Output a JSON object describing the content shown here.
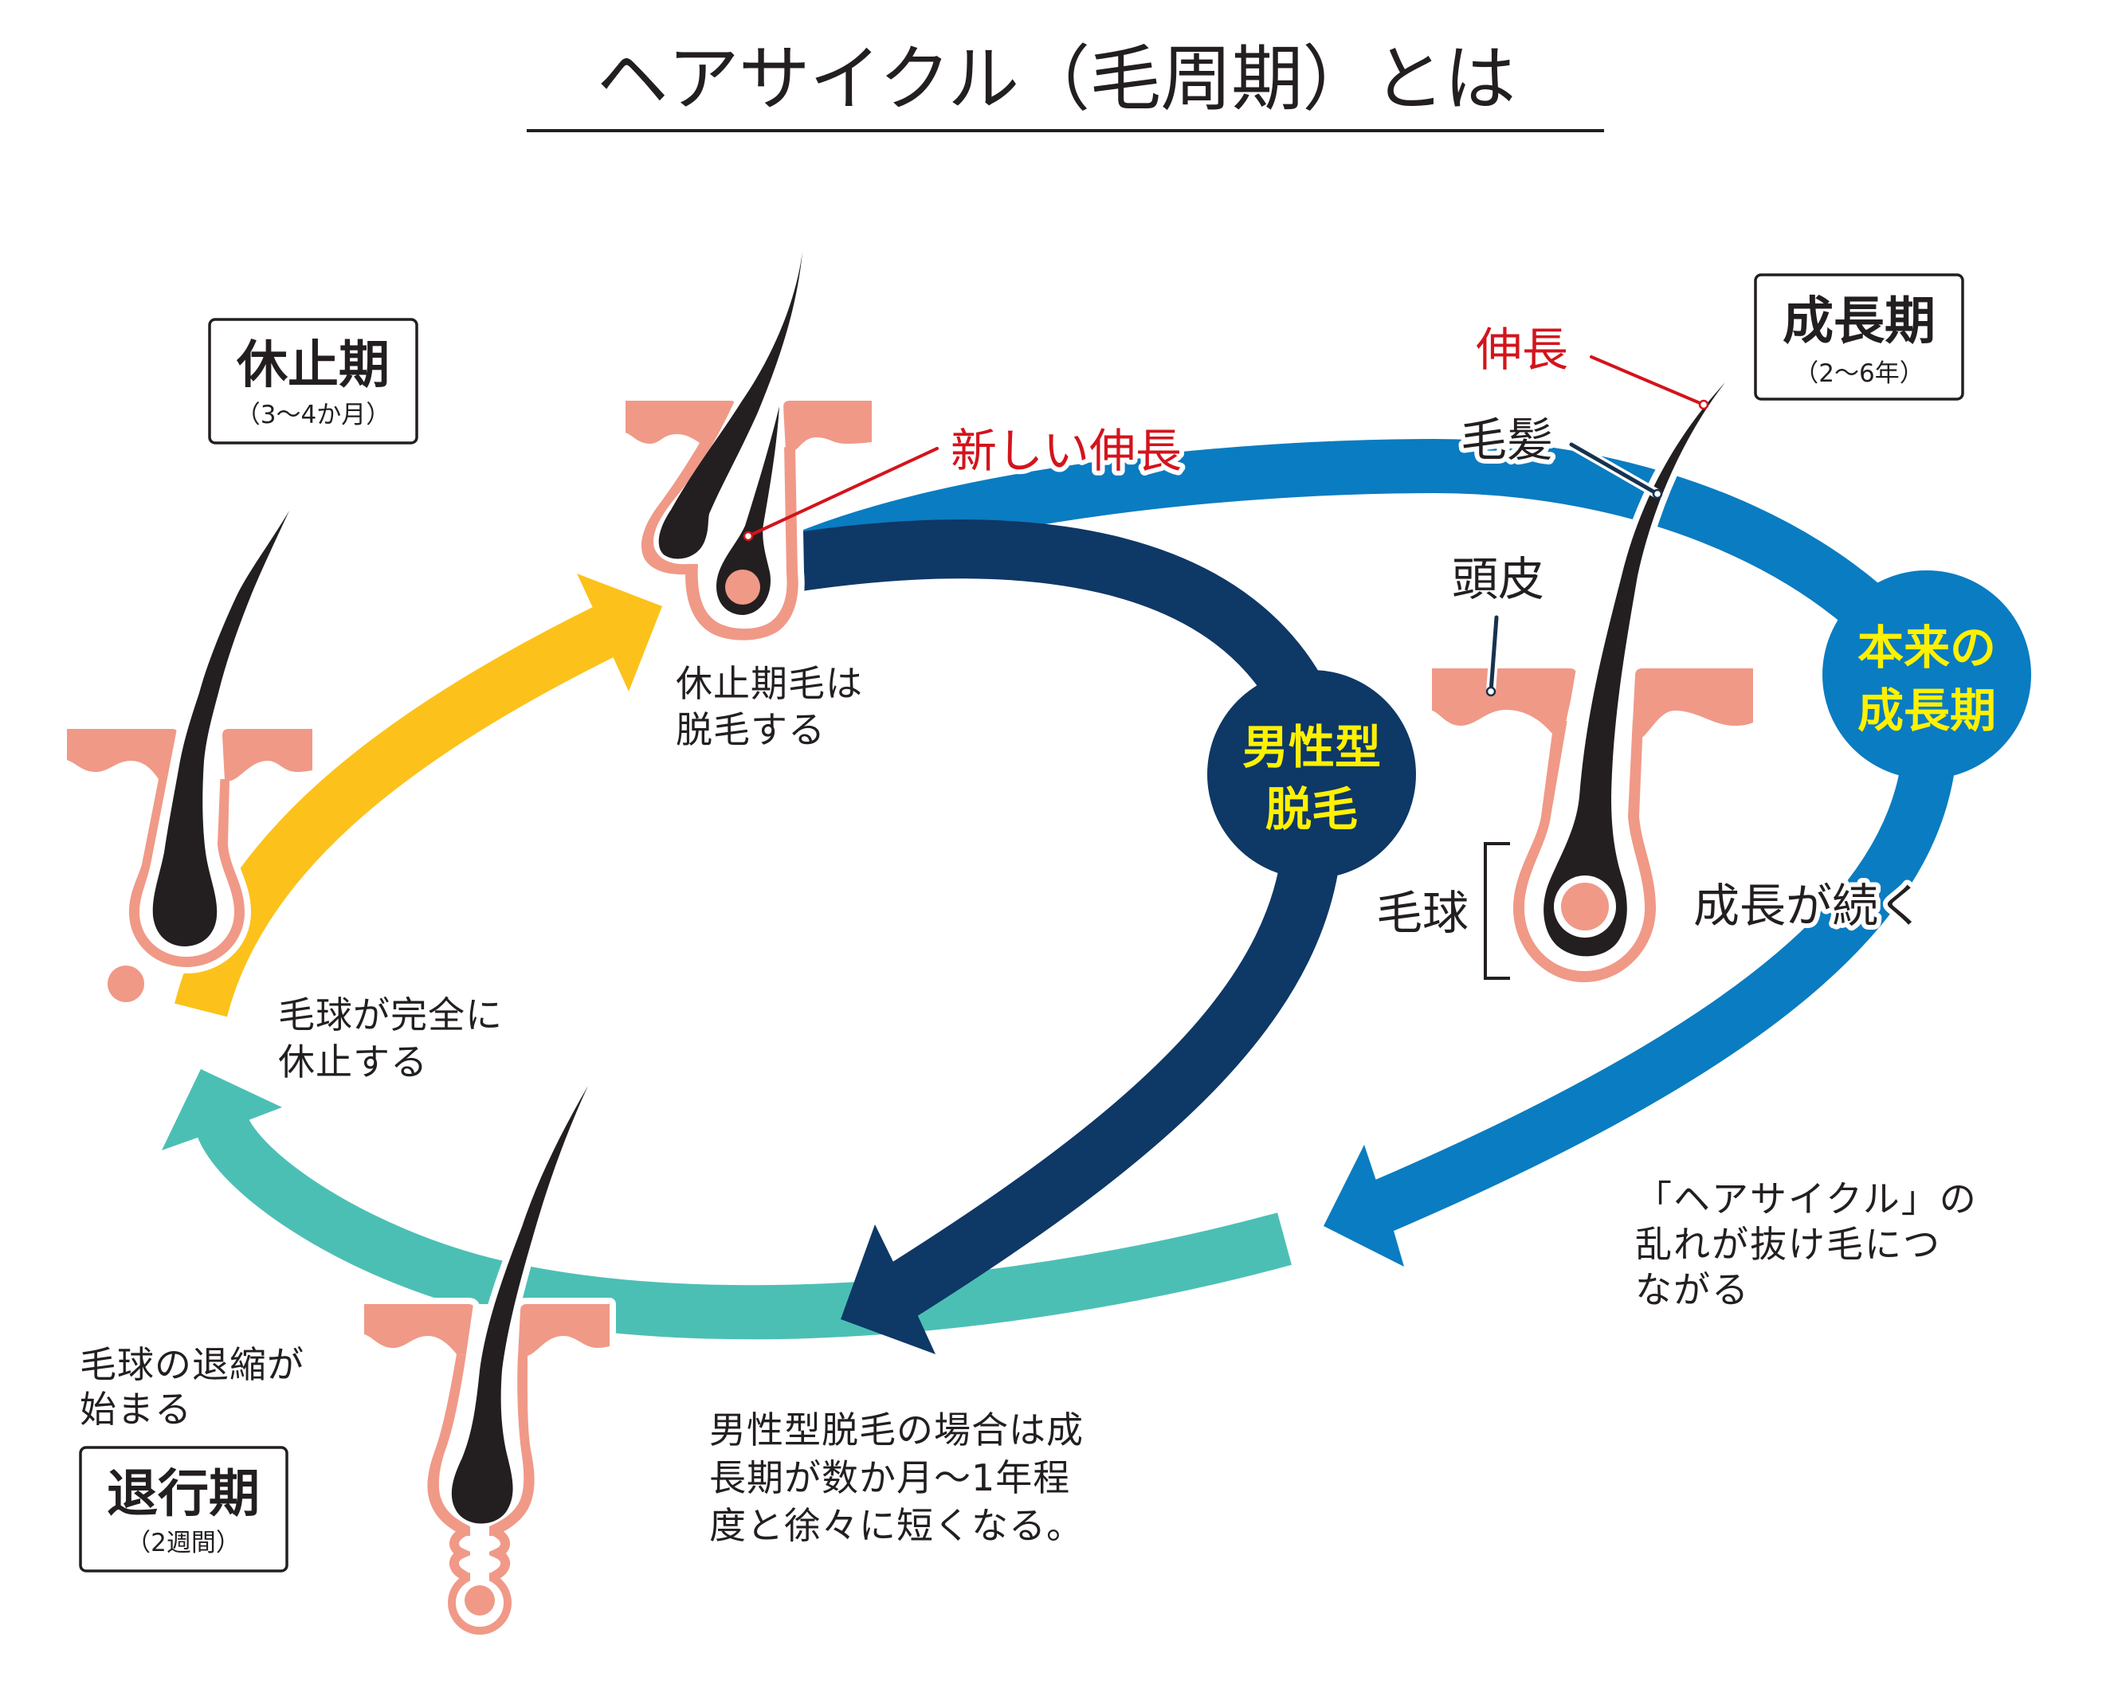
{
  "title": "ヘアサイクル（毛周期）とは",
  "phases": {
    "telogen": {
      "name": "休止期",
      "duration": "（3〜4か月）"
    },
    "anagen": {
      "name": "成長期",
      "duration": "（2〜6年）"
    },
    "catagen": {
      "name": "退行期",
      "duration": "（2週間）"
    }
  },
  "badges": {
    "normal_anagen": [
      "本来の",
      "成長期"
    ],
    "androgenetic_alopecia": [
      "男性型",
      "脱毛"
    ]
  },
  "annotations": {
    "new_growth": "新しい伸長",
    "growth": "伸長",
    "hair_shaft": "毛髪",
    "scalp": "頭皮",
    "hair_bulb": "毛球",
    "growth_continues": "成長が続く"
  },
  "notes": {
    "telogen_hair_shed": [
      "休止期毛は",
      "脱毛する"
    ],
    "bulb_fully_resting": [
      "毛球が完全に",
      "休止する"
    ],
    "bulb_regression_begins": [
      "毛球の退縮が",
      "始まる"
    ],
    "aga_shortened_anagen": [
      "男性型脱毛の場合は成",
      "長期が数か月〜1年程",
      "度と徐々に短くなる。"
    ],
    "cycle_disruption": [
      "「ヘアサイクル」の",
      "乱れが抜け毛につ",
      "ながる"
    ]
  },
  "colors": {
    "text": "#231f20",
    "red_label": "#d3141c",
    "badge_text": "#fff100",
    "skin": "#f09987",
    "hair": "#231f20",
    "arrow_telogen_to_anagen": "#fcc21b",
    "arrow_normal_anagen": "#0a7cc1",
    "arrow_aga": "#0e3866",
    "arrow_catagen_to_telogen": "#4cbfb5",
    "leader_line": "#16324f"
  }
}
